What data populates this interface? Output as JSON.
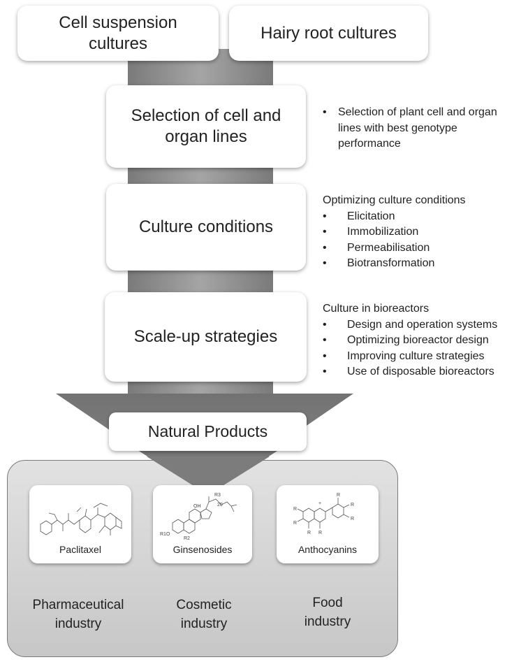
{
  "inputs": {
    "cell_suspension": "Cell suspension cultures",
    "hairy_root": "Hairy root cultures"
  },
  "steps": [
    {
      "title": "Selection of cell and organ lines",
      "notes": {
        "heading": "",
        "items": [
          "Selection of plant cell and organ lines with best genotype performance"
        ]
      }
    },
    {
      "title": "Culture conditions",
      "notes": {
        "heading": "Optimizing culture conditions",
        "items": [
          "Elicitation",
          "Immobilization",
          "Permeabilisation",
          "Biotransformation"
        ]
      }
    },
    {
      "title": "Scale-up strategies",
      "notes": {
        "heading": "Culture in bioreactors",
        "items": [
          "Design and operation systems",
          "Optimizing bioreactor design",
          "Improving culture strategies",
          "Use of disposable bioreactors"
        ]
      }
    }
  ],
  "output": "Natural Products",
  "products": [
    {
      "name": "Paclitaxel",
      "industry": "Pharmaceutical industry",
      "structure_icon": "paclitaxel-structure-icon"
    },
    {
      "name": "Ginsenosides",
      "industry": "Cosmetic industry",
      "structure_icon": "ginsenoside-structure-icon"
    },
    {
      "name": "Anthocyanins",
      "industry": "Food industry",
      "structure_icon": "anthocyanin-structure-icon"
    }
  ],
  "structure_labels": {
    "ginsenoside": {
      "oh": "OH",
      "r3": "R3",
      "n20": "20",
      "r1o": "R1O",
      "r2": "R2"
    },
    "anthocyanin": {
      "plus": "+",
      "r": "R"
    }
  },
  "bullet": "•",
  "colors": {
    "arrow": "#8c8c8c",
    "arrow_head": "#7a7a7a",
    "panel": "#d3d3d3",
    "box": "#ffffff"
  }
}
